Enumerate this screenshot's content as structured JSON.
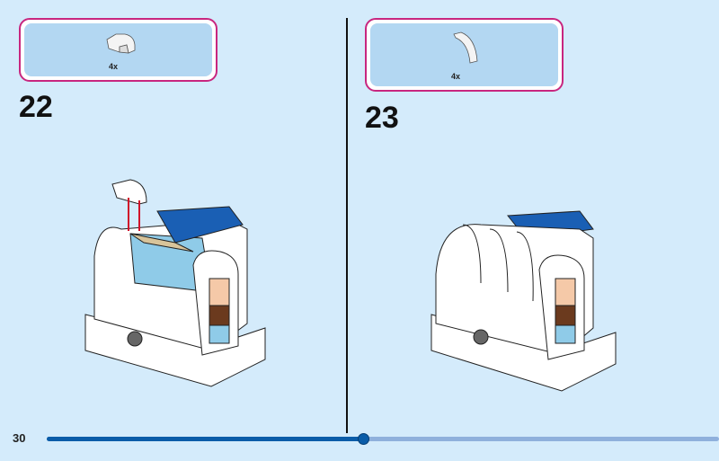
{
  "page_number": "30",
  "progress": 0.47,
  "steps": [
    {
      "number": "22",
      "parts": [
        {
          "icon": "curved-slope-brick-icon",
          "quantity": "4x"
        }
      ]
    },
    {
      "number": "23",
      "parts": [
        {
          "icon": "curved-slope-brick-icon",
          "quantity": "4x"
        }
      ]
    }
  ],
  "colors": {
    "accent": "#c8267f",
    "background": "#d4ebfb",
    "progress_fill": "#0a5ca8"
  }
}
